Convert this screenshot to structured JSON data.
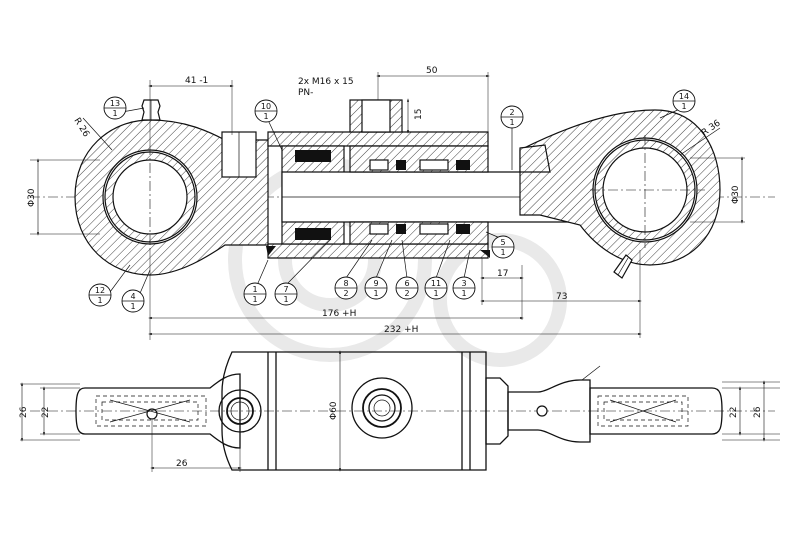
{
  "dimensions": {
    "d41": "41 -1",
    "thread": "2x M16 x 15",
    "pn": "PN-",
    "d50": "50",
    "d15": "15",
    "r26": "R 26",
    "r36": "R 36",
    "phi30_left": "Φ30",
    "phi30_right": "Φ30",
    "d17": "17",
    "d73": "73",
    "d176": "176 +H",
    "d232": "232 +H",
    "d26_left": "26",
    "d22_left": "22",
    "d26_bottom": "26",
    "phi60": "Φ60",
    "d22_right": "22",
    "d26_right": "26"
  },
  "balloons": [
    {
      "num": "13",
      "qty": "1"
    },
    {
      "num": "10",
      "qty": "1"
    },
    {
      "num": "2",
      "qty": "1"
    },
    {
      "num": "14",
      "qty": "1"
    },
    {
      "num": "5",
      "qty": "1"
    },
    {
      "num": "12",
      "qty": "1"
    },
    {
      "num": "4",
      "qty": "1"
    },
    {
      "num": "1",
      "qty": "1"
    },
    {
      "num": "7",
      "qty": "1"
    },
    {
      "num": "8",
      "qty": "2"
    },
    {
      "num": "9",
      "qty": "1"
    },
    {
      "num": "6",
      "qty": "2"
    },
    {
      "num": "11",
      "qty": "1"
    },
    {
      "num": "3",
      "qty": "1"
    }
  ]
}
